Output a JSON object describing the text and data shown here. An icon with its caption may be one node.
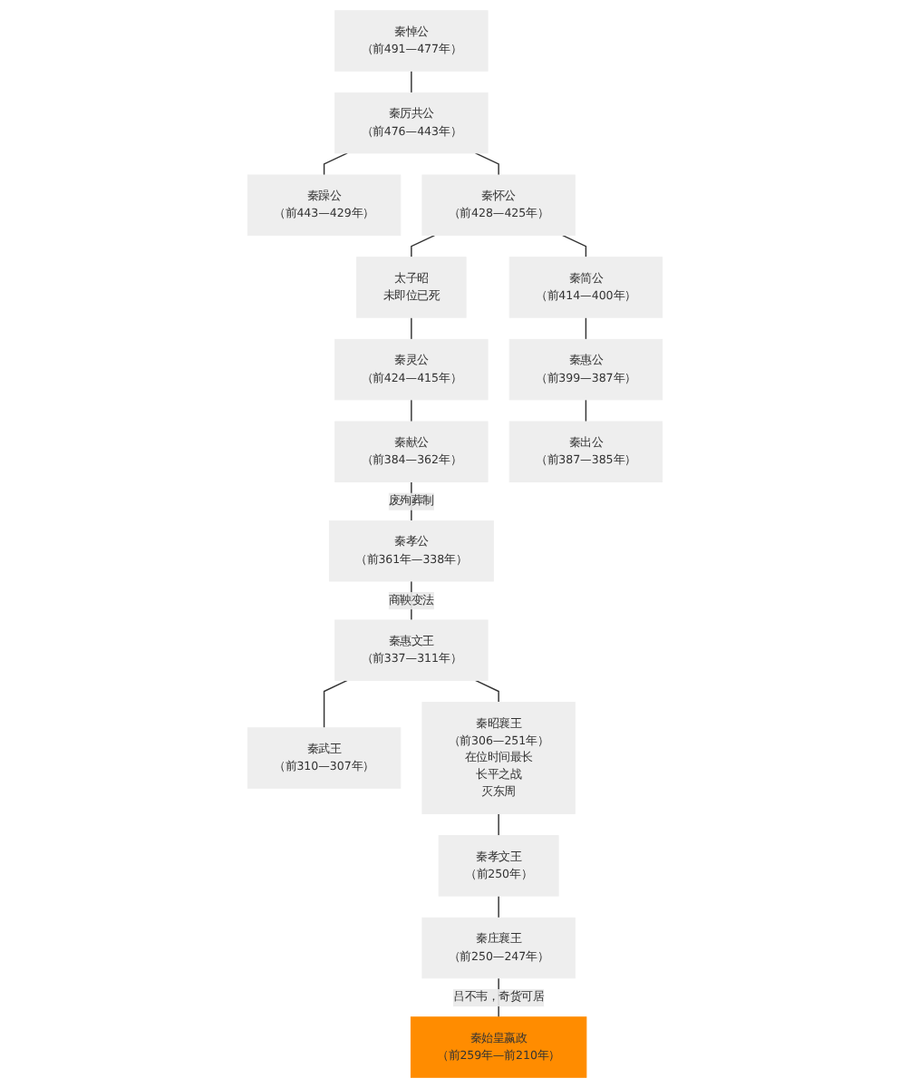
{
  "diagram": {
    "nodes": [
      {
        "text": [
          "秦悼公",
          "（前491—477年）"
        ]
      },
      {
        "text": [
          "秦厉共公",
          "（前476—443年）"
        ]
      },
      {
        "text": [
          "秦躁公",
          "（前443—429年）"
        ]
      },
      {
        "text": [
          "秦怀公",
          "（前428—425年）"
        ]
      },
      {
        "text": [
          "太子昭",
          "未即位已死"
        ]
      },
      {
        "text": [
          "秦简公",
          "（前414—400年）"
        ]
      },
      {
        "text": [
          "秦灵公",
          "（前424—415年）"
        ]
      },
      {
        "text": [
          "秦惠公",
          "（前399—387年）"
        ]
      },
      {
        "text": [
          "秦献公",
          "（前384—362年）"
        ]
      },
      {
        "text": [
          "秦出公",
          "（前387—385年）"
        ]
      },
      {
        "text": [
          "秦孝公",
          "（前361年—338年）"
        ]
      },
      {
        "text": [
          "秦惠文王",
          "（前337—311年）"
        ]
      },
      {
        "text": [
          "秦武王",
          "（前310—307年）"
        ]
      },
      {
        "text": [
          "秦昭襄王",
          "（前306—251年）",
          "在位时间最长",
          "长平之战",
          "灭东周"
        ]
      },
      {
        "text": [
          "秦孝文王",
          "（前250年）"
        ]
      },
      {
        "text": [
          "秦庄襄王",
          "（前250—247年）"
        ]
      },
      {
        "text": [
          "秦始皇嬴政",
          "（前259年—前210年）"
        ]
      }
    ],
    "edges": [
      {
        "from": 0,
        "to": 1,
        "arrow": "none"
      },
      {
        "from": 1,
        "to": 2,
        "arrow": "none"
      },
      {
        "from": 1,
        "to": 3,
        "arrow": "none"
      },
      {
        "from": 3,
        "to": 4,
        "arrow": "none"
      },
      {
        "from": 3,
        "to": 5,
        "arrow": "none"
      },
      {
        "from": 4,
        "to": 6,
        "arrow": "none"
      },
      {
        "from": 6,
        "to": 8,
        "arrow": "none"
      },
      {
        "from": 5,
        "to": 7,
        "arrow": "none"
      },
      {
        "from": 7,
        "to": 9,
        "arrow": "none"
      },
      {
        "from": 8,
        "to": 10,
        "label": "废殉葬制",
        "arrow": "none"
      },
      {
        "from": 10,
        "to": 11,
        "label": "商鞅变法",
        "arrow": "none"
      },
      {
        "from": 11,
        "to": 12,
        "arrow": "none"
      },
      {
        "from": 11,
        "to": 13,
        "arrow": "none"
      },
      {
        "from": 13,
        "to": 14,
        "arrow": "none"
      },
      {
        "from": 14,
        "to": 15,
        "arrow": "none"
      },
      {
        "from": 15,
        "to": 16,
        "label": "吕不韦，奇货可居",
        "arrow": "none"
      }
    ]
  }
}
